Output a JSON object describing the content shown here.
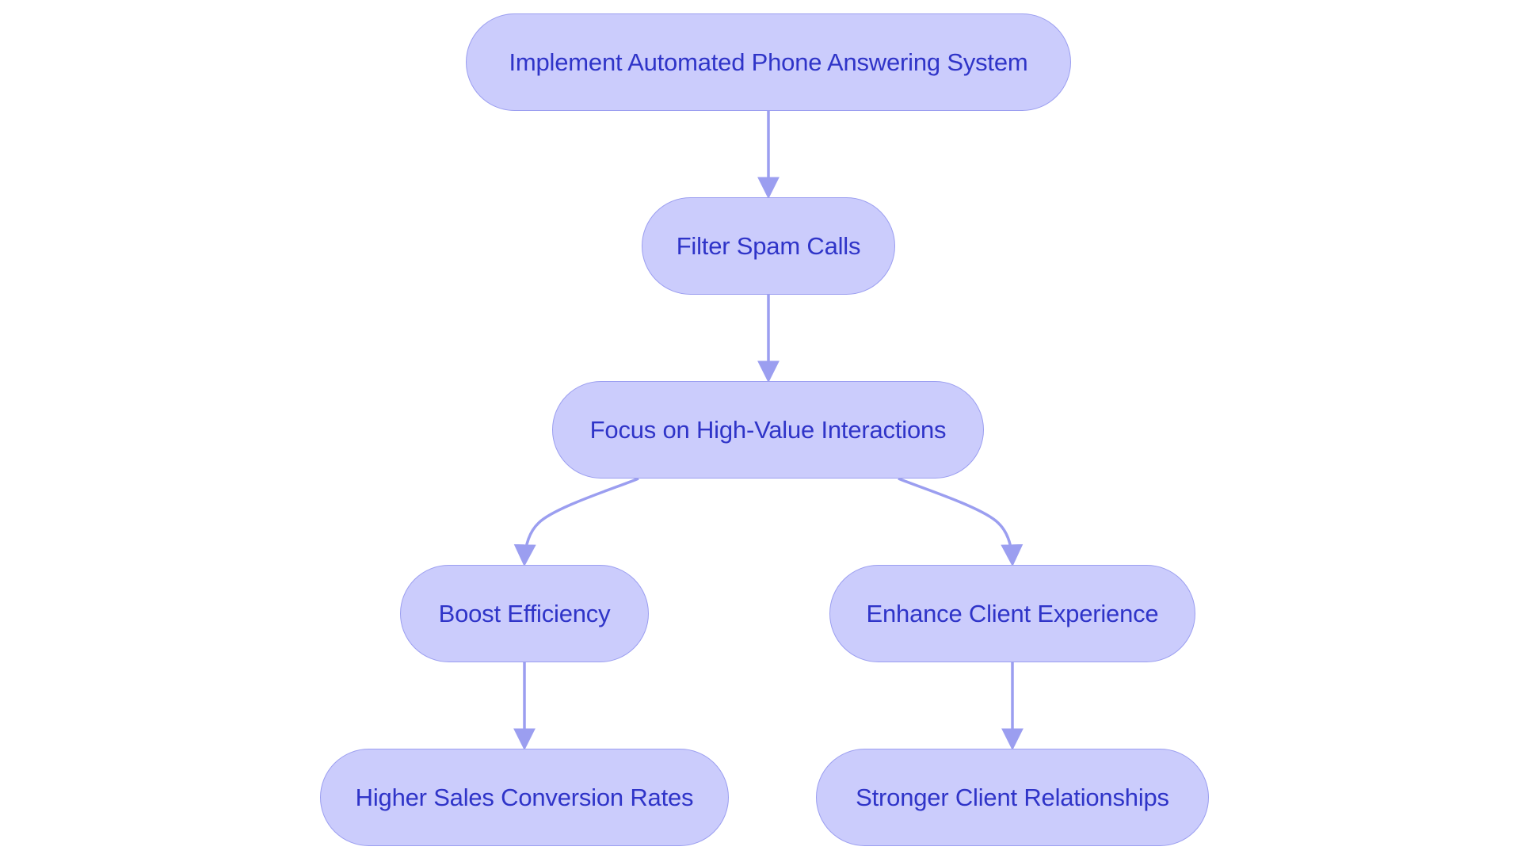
{
  "diagram": {
    "type": "flowchart",
    "colors": {
      "node_fill": "#cbccfc",
      "node_border": "#9b9ef0",
      "text": "#2f34c8",
      "edge": "#9b9ef0"
    },
    "nodes": [
      {
        "id": "implement",
        "label": "Implement Automated Phone Answering System"
      },
      {
        "id": "filter",
        "label": "Filter Spam Calls"
      },
      {
        "id": "focus",
        "label": "Focus on High-Value Interactions"
      },
      {
        "id": "boost",
        "label": "Boost Efficiency"
      },
      {
        "id": "enhance",
        "label": "Enhance Client Experience"
      },
      {
        "id": "sales",
        "label": "Higher Sales Conversion Rates"
      },
      {
        "id": "relationships",
        "label": "Stronger Client Relationships"
      }
    ],
    "edges": [
      {
        "from": "implement",
        "to": "filter"
      },
      {
        "from": "filter",
        "to": "focus"
      },
      {
        "from": "focus",
        "to": "boost"
      },
      {
        "from": "focus",
        "to": "enhance"
      },
      {
        "from": "boost",
        "to": "sales"
      },
      {
        "from": "enhance",
        "to": "relationships"
      }
    ]
  }
}
